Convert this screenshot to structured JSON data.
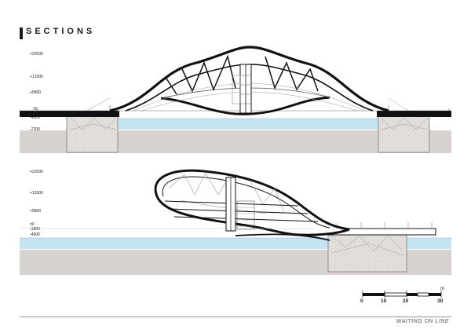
{
  "title": "SECTIONS",
  "footer": "WAITING ON LINE",
  "section_top": {
    "levels": [
      "+22000",
      "+13300",
      "+5800",
      "±0",
      "-4500",
      "-7200"
    ]
  },
  "section_bottom": {
    "levels": [
      "+22000",
      "+13300",
      "+5800",
      "±0",
      "-1800",
      "-4500"
    ]
  },
  "scale": {
    "unit": "m",
    "ticks": [
      "0",
      "10",
      "20",
      "30"
    ]
  },
  "colors": {
    "water": "#c6e4f1",
    "ground": "#d8d3d0",
    "structure": "#111111"
  }
}
